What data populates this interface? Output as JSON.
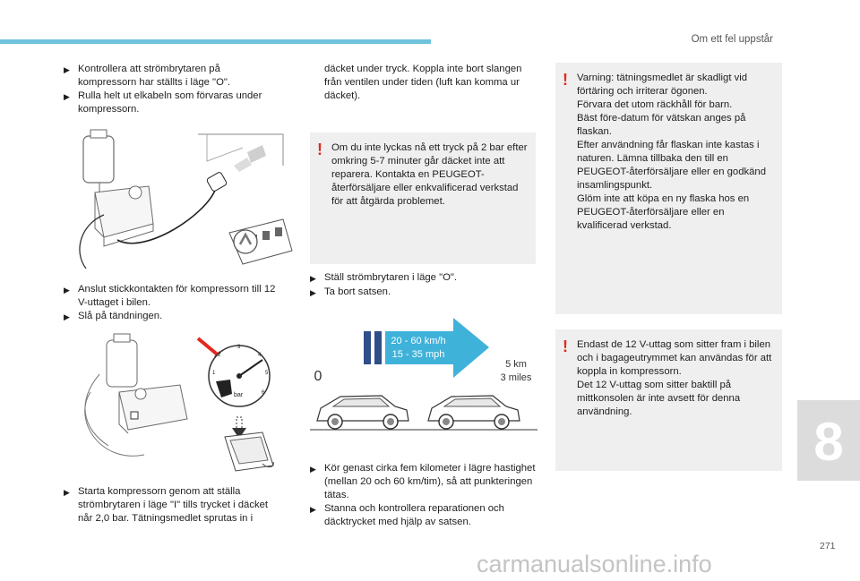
{
  "header": {
    "section_title": "Om ett fel uppstår"
  },
  "col1": {
    "bullets_a": [
      "Kontrollera att strömbrytaren på kompressorn har ställts i läge \"O\".",
      "Rulla helt ut elkabeln som förvaras under kompressorn."
    ],
    "bullets_b": [
      "Anslut stickkontakten för kompressorn till 12 V-uttaget i bilen.",
      "Slå på tändningen."
    ],
    "bullets_c": [
      "Starta kompressorn genom att ställa strömbrytaren i läge \"I\" tills trycket i däcket når 2,0 bar. Tätningsmedlet sprutas in i"
    ],
    "figure2": {
      "gauge_unit": "bar",
      "gauge_ticks": [
        "1",
        "2",
        "3",
        "4",
        "5",
        "6"
      ]
    }
  },
  "col2": {
    "continuation": "däcket under tryck. Koppla inte bort slangen från ventilen under tiden (luft kan komma ur däcket).",
    "warning": "Om du inte lyckas nå ett tryck på 2 bar efter omkring 5-7 minuter går däcket inte att reparera. Kontakta en PEUGEOT-återförsäljare eller enkvalificerad verkstad för att åtgärda problemet.",
    "bullets_a": [
      "Ställ strömbrytaren i läge \"O\".",
      "Ta bort satsen."
    ],
    "diagram": {
      "speed_kmh": "20 - 60 km/h",
      "speed_mph": "15 - 35 mph",
      "distance_km": "5 km",
      "distance_miles": "3 miles",
      "start": "0"
    },
    "bullets_b": [
      "Kör genast cirka fem kilometer i lägre hastighet (mellan 20 och 60 km/tim), så att punkteringen tätas.",
      "Stanna och kontrollera reparationen och däcktrycket med hjälp av satsen."
    ]
  },
  "col3": {
    "warning1": [
      "Varning: tätningsmedlet är skadligt vid förtäring och irriterar ögonen.",
      "Förvara det utom räckhåll för barn.",
      "Bäst före-datum för vätskan anges på flaskan.",
      "Efter användning får flaskan inte kastas i naturen. Lämna tillbaka den till en PEUGEOT-återförsäljare eller en godkänd insamlingspunkt.",
      "Glöm inte att köpa en ny flaska hos en PEUGEOT-återförsäljare eller en kvalificerad verkstad."
    ],
    "warning2": [
      "Endast de 12 V-uttag som sitter fram i bilen och i bagageutrymmet kan användas för att koppla in kompressorn.",
      "Det 12 V-uttag som sitter baktill på mittkonsolen är inte avsett för denna användning."
    ]
  },
  "chapter_number": "8",
  "page_number": "271",
  "watermark": "carmanualsonline.info",
  "colors": {
    "accent": "#6fc3dd",
    "warning": "#e4281f",
    "box_bg": "#efefef",
    "diagram_blue": "#3fb2da",
    "diagram_navy": "#2f4e8a"
  }
}
